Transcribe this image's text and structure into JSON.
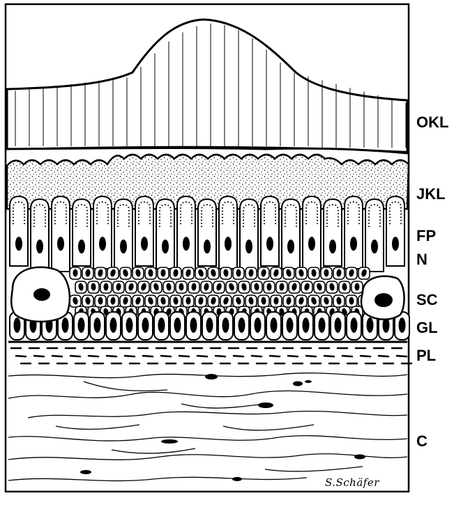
{
  "labels": {
    "okl": "OKL",
    "jkl": "JKL",
    "fp": "FP",
    "n": "N",
    "sc": "SC",
    "gl": "GL",
    "pl": "PL",
    "c": "C"
  },
  "signature": "S.Schäfer",
  "colors": {
    "ink": "#000000",
    "paper": "#ffffff",
    "stipple": "#222222"
  }
}
